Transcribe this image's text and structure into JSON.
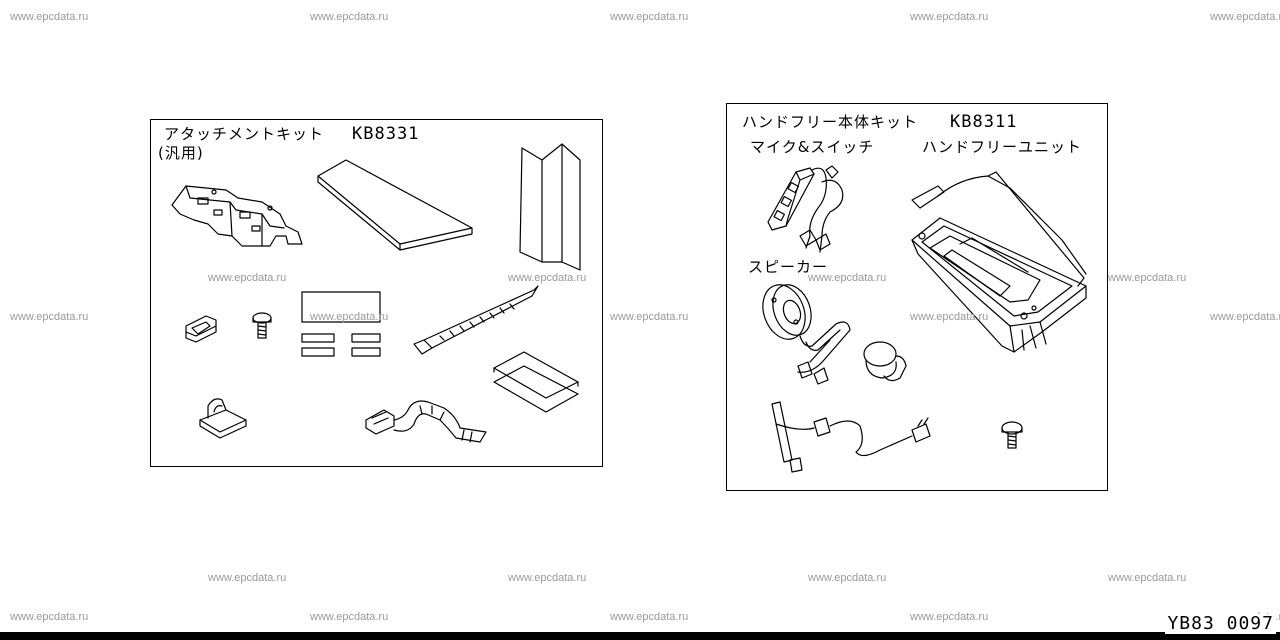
{
  "watermark": "www.epcdata.ru",
  "left_kit": {
    "title": "アタッチメントキット",
    "code": "KB8331",
    "subtitle": "(汎用)"
  },
  "right_kit": {
    "title": "ハンドフリー本体キット",
    "code": "KB8311",
    "label_mic_switch": "マイク&スイッチ",
    "label_handsfree_unit": "ハンドフリーユニット",
    "label_speaker": "スピーカー"
  },
  "drawing_id": "YB83 0097"
}
